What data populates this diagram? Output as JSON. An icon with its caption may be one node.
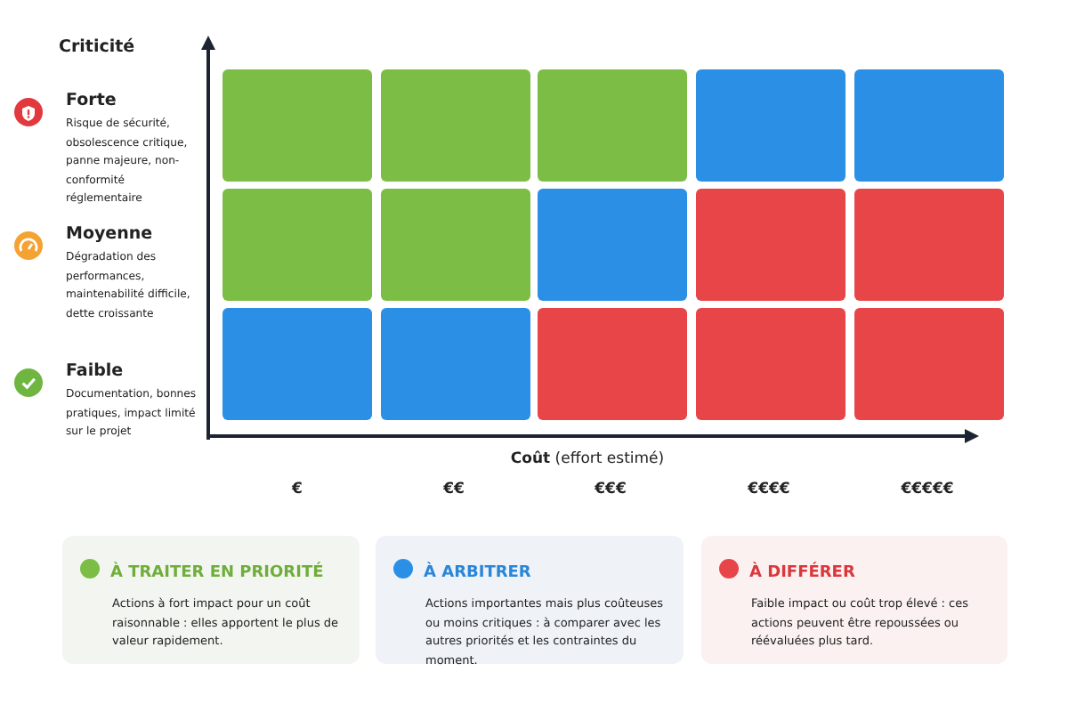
{
  "diagram": {
    "nodes": [
      {
        "text": [],
        "shape": "box"
      },
      {
        "text": [],
        "shape": "box"
      },
      {
        "text": [],
        "shape": "box"
      },
      {
        "text": [],
        "shape": "box"
      },
      {
        "text": [],
        "shape": "box"
      },
      {
        "text": [],
        "shape": "box"
      },
      {
        "text": [],
        "shape": "box"
      },
      {
        "text": [],
        "shape": "box"
      },
      {
        "text": [],
        "shape": "box"
      },
      {
        "text": [],
        "shape": "box"
      },
      {
        "text": [],
        "shape": "box"
      },
      {
        "text": [],
        "shape": "box"
      },
      {
        "text": [],
        "shape": "box"
      },
      {
        "text": [],
        "shape": "box"
      },
      {
        "text": [],
        "shape": "box"
      },
      {
        "text": [
          "À TRAITER EN PRIORITÉ",
          "Actions à fort impact pour un coût raisonnable : elles apportent le plus de valeur rapidement."
        ]
      },
      {
        "text": [
          "À ARBITRER",
          "Actions importantes mais plus coûteuses ou moins critiques : à comparer avec les autres priorités et les contraintes du moment."
        ]
      },
      {
        "text": [
          "À DIFFÉRER",
          "Faible impact ou coût trop élevé : ces actions peuvent être repoussées ou réévaluées plus tard."
        ]
      }
    ],
    "labels": [
      "Criticité",
      "Forte",
      "Risque de sécurité, obsolescence critique, panne majeure, non-conformité réglementaire",
      "Moyenne",
      "Dégradation des performances, maintenabilité difficile, dette croissante",
      "Faible",
      "Documentation, bonnes pratiques, impact limité sur le projet",
      "**Coût** (effort estimé)",
      "€",
      "€€",
      "€€€",
      "€€€€",
      "€€€€€"
    ]
  }
}
